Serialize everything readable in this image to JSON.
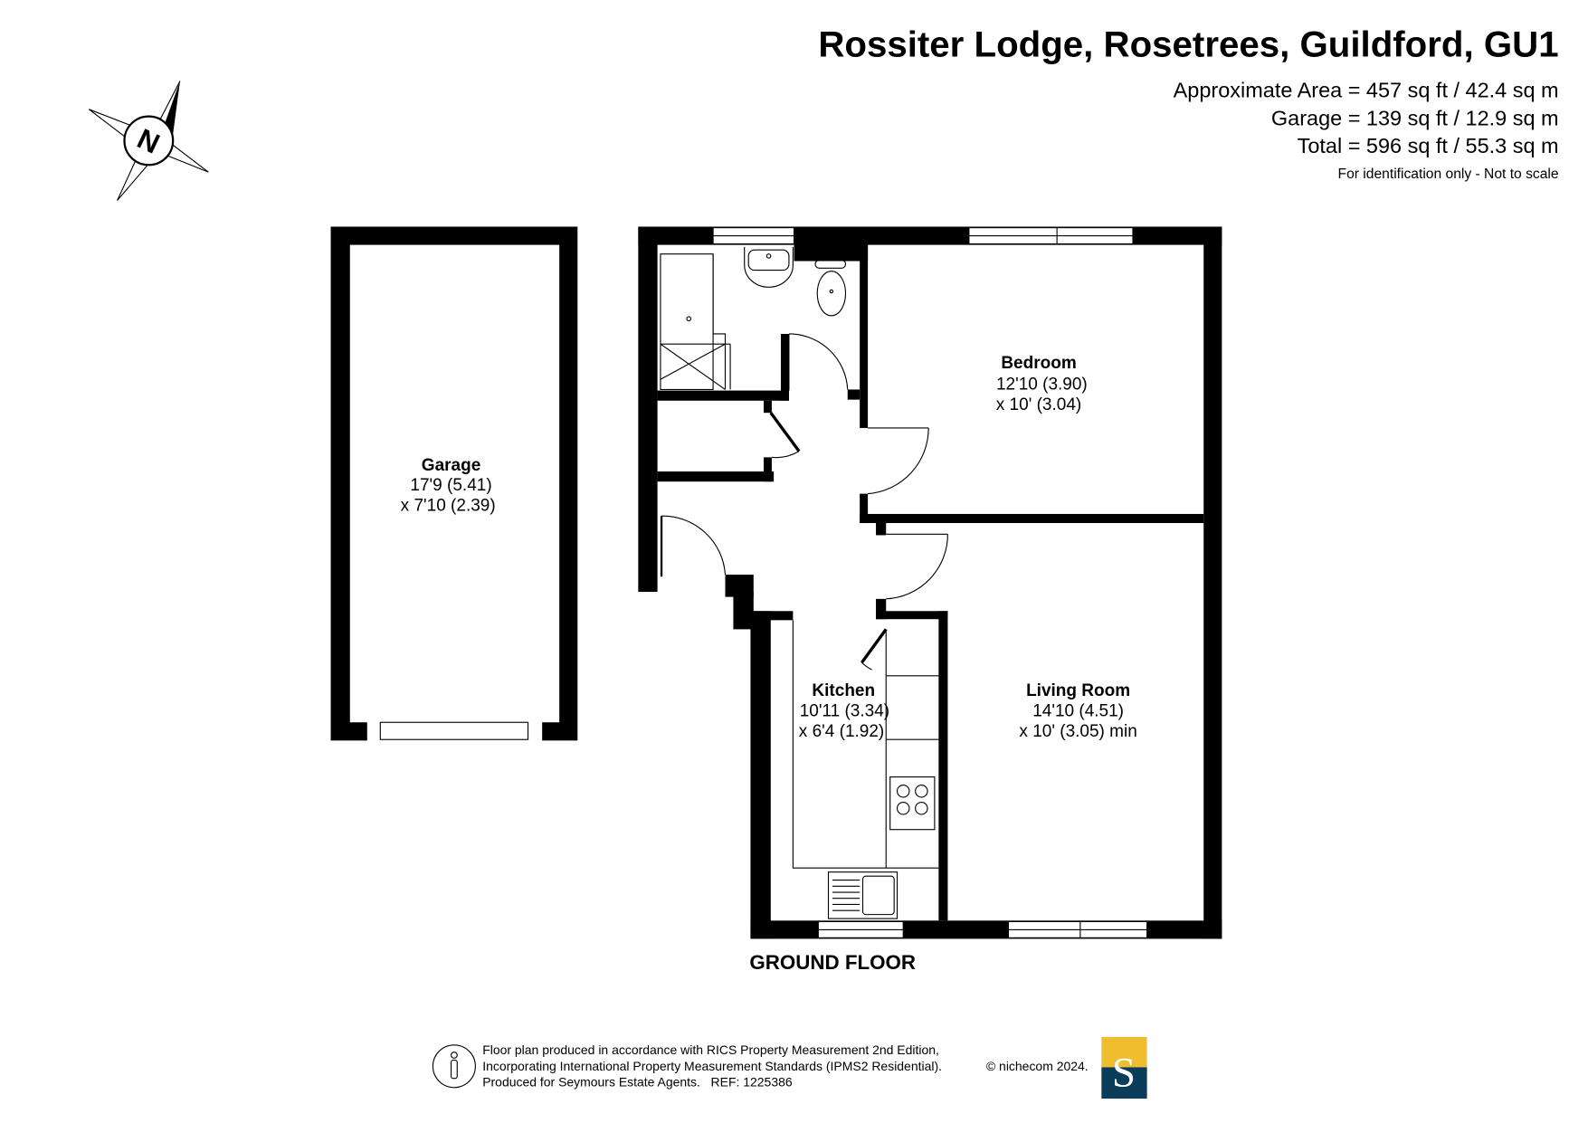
{
  "header": {
    "title": "Rossiter Lodge, Rosetrees, Guildford, GU1",
    "areas": [
      "Approximate Area = 457 sq ft / 42.4 sq m",
      "Garage = 139 sq ft / 12.9 sq m",
      "Total = 596 sq ft / 55.3 sq m"
    ],
    "disclaimer": "For identification only - Not to scale"
  },
  "compass": {
    "label": "N",
    "icon": "north-compass-icon"
  },
  "rooms": {
    "garage": {
      "name": "Garage",
      "dim1": "17'9 (5.41)",
      "dim2": "x 7'10 (2.39)"
    },
    "bedroom": {
      "name": "Bedroom",
      "dim1": "12'10 (3.90)",
      "dim2": "x 10' (3.04)"
    },
    "kitchen": {
      "name": "Kitchen",
      "dim1": "10'11 (3.34)",
      "dim2": "x 6'4 (1.92)"
    },
    "living": {
      "name": "Living Room",
      "dim1": "14'10 (4.51)",
      "dim2": "x 10' (3.05) min"
    }
  },
  "floor_label": "GROUND FLOOR",
  "footer": {
    "lines": [
      "Floor plan produced in accordance with RICS Property Measurement 2nd Edition,",
      "Incorporating International Property Measurement Standards (IPMS2 Residential).",
      "Produced for Seymours Estate Agents.   REF: 1225386"
    ],
    "copyright": "© nichecom 2024.",
    "logo_letter": "S",
    "logo_colors": {
      "top": "#f0bd2e",
      "bottom": "#0b3d5a"
    }
  }
}
